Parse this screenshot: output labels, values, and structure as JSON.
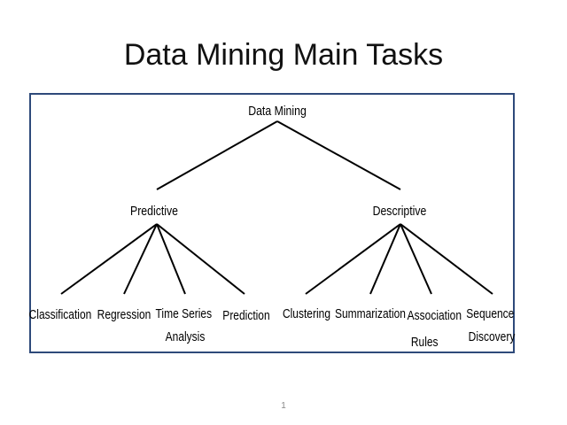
{
  "slide": {
    "title": "Data Mining Main Tasks",
    "page_number": "1"
  },
  "diagram": {
    "root": "Data Mining",
    "branches": [
      {
        "label": "Predictive",
        "children": [
          "Classification",
          "Regression",
          "Time Series Analysis",
          "Prediction"
        ]
      },
      {
        "label": "Descriptive",
        "children": [
          "Clustering",
          "Summarization",
          "Association Rules",
          "Sequence Discovery"
        ]
      }
    ],
    "colors": {
      "frame": "#2e4a7a",
      "lines": "#000000"
    }
  }
}
